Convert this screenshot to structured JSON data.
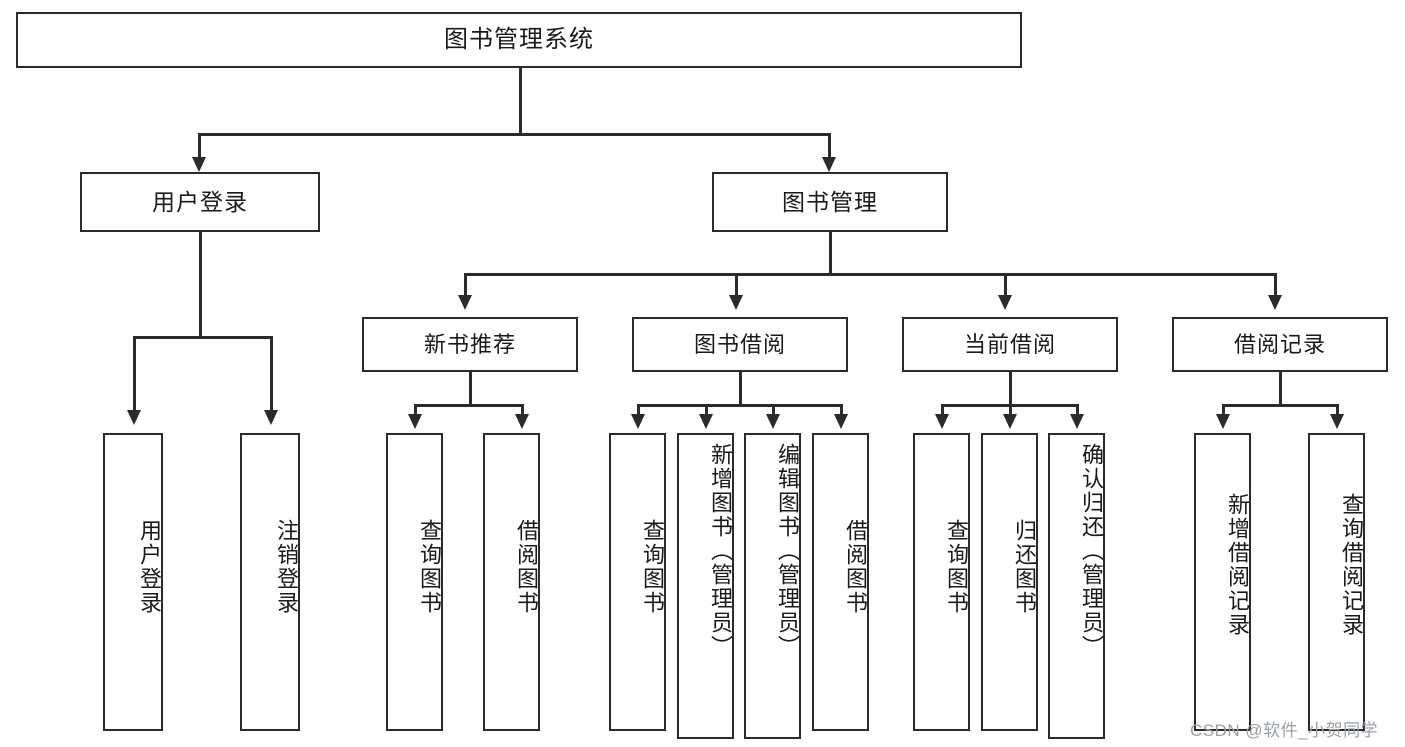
{
  "diagram": {
    "title": "图书管理系统",
    "type": "hierarchy-tree",
    "root": {
      "label": "图书管理系统"
    },
    "level2": [
      {
        "label": "用户登录"
      },
      {
        "label": "图书管理"
      }
    ],
    "level3": [
      {
        "label": "新书推荐"
      },
      {
        "label": "图书借阅"
      },
      {
        "label": "当前借阅"
      },
      {
        "label": "借阅记录"
      }
    ],
    "leaves": {
      "user_login": [
        {
          "label": "用户登录"
        },
        {
          "label": "注销登录"
        }
      ],
      "new_book_recommend": [
        {
          "label": "查询图书"
        },
        {
          "label": "借阅图书"
        }
      ],
      "book_borrow": [
        {
          "label": "查询图书"
        },
        {
          "label": "新增图书（管理员）"
        },
        {
          "label": "编辑图书（管理员）"
        },
        {
          "label": "借阅图书"
        }
      ],
      "current_borrow": [
        {
          "label": "查询图书"
        },
        {
          "label": "归还图书"
        },
        {
          "label": "确认归还（管理员）"
        }
      ],
      "borrow_record": [
        {
          "label": "新增借阅记录"
        },
        {
          "label": "查询借阅记录"
        }
      ]
    }
  },
  "watermark": {
    "text": "CSDN @软件_小贺同学"
  },
  "colors": {
    "stroke": "#2b2b2b",
    "background": "#ffffff",
    "text": "#1a1a1a",
    "watermark": "#9aa0a6"
  }
}
